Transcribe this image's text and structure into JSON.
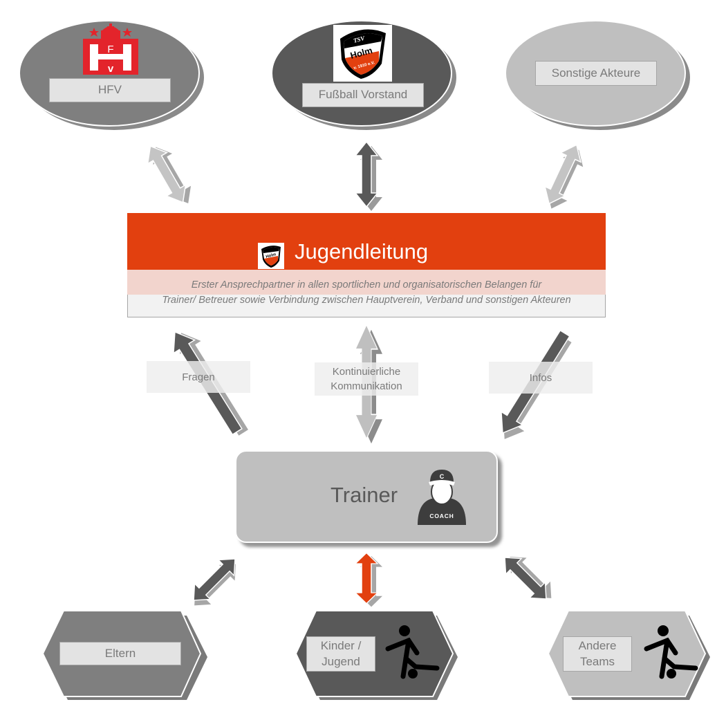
{
  "colors": {
    "accent_orange": "#e2400f",
    "dark_gray": "#595959",
    "mid_gray": "#7f7f7f",
    "light_gray": "#bfbfbf",
    "label_bg": "#e3e3e3",
    "label_text": "#7a7a7a"
  },
  "top_nodes": [
    {
      "id": "hfv",
      "label": "HFV",
      "icon": "hfv-logo-icon"
    },
    {
      "id": "vorstand",
      "label": "Fußball Vorstand",
      "icon": "tsv-holm-logo-icon"
    },
    {
      "id": "sonstige",
      "label": "Sonstige Akteure"
    }
  ],
  "center": {
    "title": "Jugendleitung",
    "logo": "tsv-holm-logo-icon",
    "description_line1": "Erster Ansprechpartner in allen sportlichen und organisatorischen Belangen für",
    "description_line2": "Trainer/ Betreuer sowie Verbindung zwischen Hauptverein, Verband und sonstigen Akteuren"
  },
  "edge_labels": {
    "left": "Fragen",
    "middle_line1": "Kontinuierliche",
    "middle_line2": "Kommunikation",
    "right": "Infos"
  },
  "trainer": {
    "title": "Trainer",
    "icon": "coach-icon",
    "icon_cap_letter": "C",
    "icon_shirt_text": "COACH"
  },
  "bottom_nodes": [
    {
      "id": "eltern",
      "label": "Eltern"
    },
    {
      "id": "kinder",
      "label_line1": "Kinder /",
      "label_line2": "Jugend",
      "icon": "soccer-player-icon"
    },
    {
      "id": "teams",
      "label_line1": "Andere",
      "label_line2": "Teams",
      "icon": "soccer-player-icon"
    }
  ]
}
